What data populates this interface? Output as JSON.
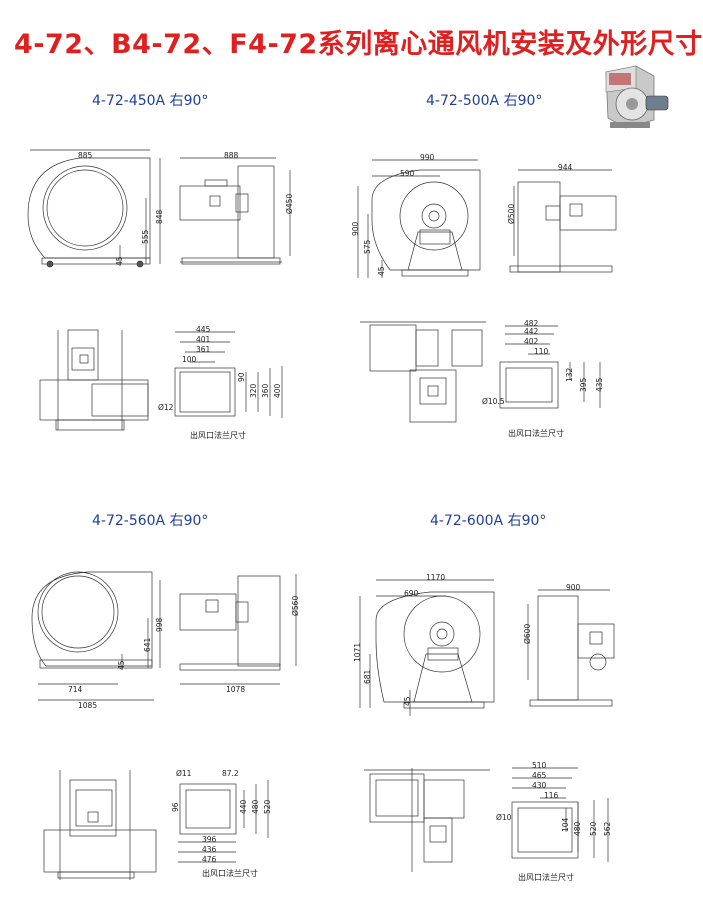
{
  "title": "4-72、B4-72、F4-72系列离心通风机安装及外形尺寸",
  "models": [
    {
      "name": "4-72-450A 右90°",
      "front_dims": [
        "885",
        "848",
        "555",
        "45"
      ],
      "side_dims": [
        "888",
        "Ø450"
      ],
      "flange_dims": [
        "445",
        "401",
        "361",
        "100",
        "90",
        "320",
        "360",
        "400",
        "Ø12"
      ],
      "flange_caption": "出风口法兰尺寸"
    },
    {
      "name": "4-72-500A 右90°",
      "front_dims": [
        "990",
        "590",
        "900",
        "575",
        "45"
      ],
      "side_dims": [
        "944",
        "Ø500"
      ],
      "flange_dims": [
        "482",
        "442",
        "402",
        "110",
        "132",
        "395",
        "435",
        "Ø10.5"
      ],
      "flange_caption": "出风口法兰尺寸"
    },
    {
      "name": "4-72-560A 右90°",
      "front_dims": [
        "998",
        "641",
        "45",
        "714",
        "1085"
      ],
      "side_dims": [
        "1078",
        "Ø560"
      ],
      "flange_dims": [
        "87.2",
        "Ø11",
        "96",
        "440",
        "480",
        "520",
        "396",
        "436",
        "476"
      ],
      "flange_caption": "出风口法兰尺寸"
    },
    {
      "name": "4-72-600A 右90°",
      "front_dims": [
        "1170",
        "690",
        "1071",
        "681",
        "45"
      ],
      "side_dims": [
        "900",
        "Ø600"
      ],
      "flange_dims": [
        "510",
        "465",
        "430",
        "116",
        "Ø10",
        "104",
        "480",
        "520",
        "562"
      ],
      "flange_caption": "出风口法兰尺寸"
    }
  ],
  "colors": {
    "title": "#e02020",
    "model": "#1f3f9a",
    "line": "#333333"
  }
}
